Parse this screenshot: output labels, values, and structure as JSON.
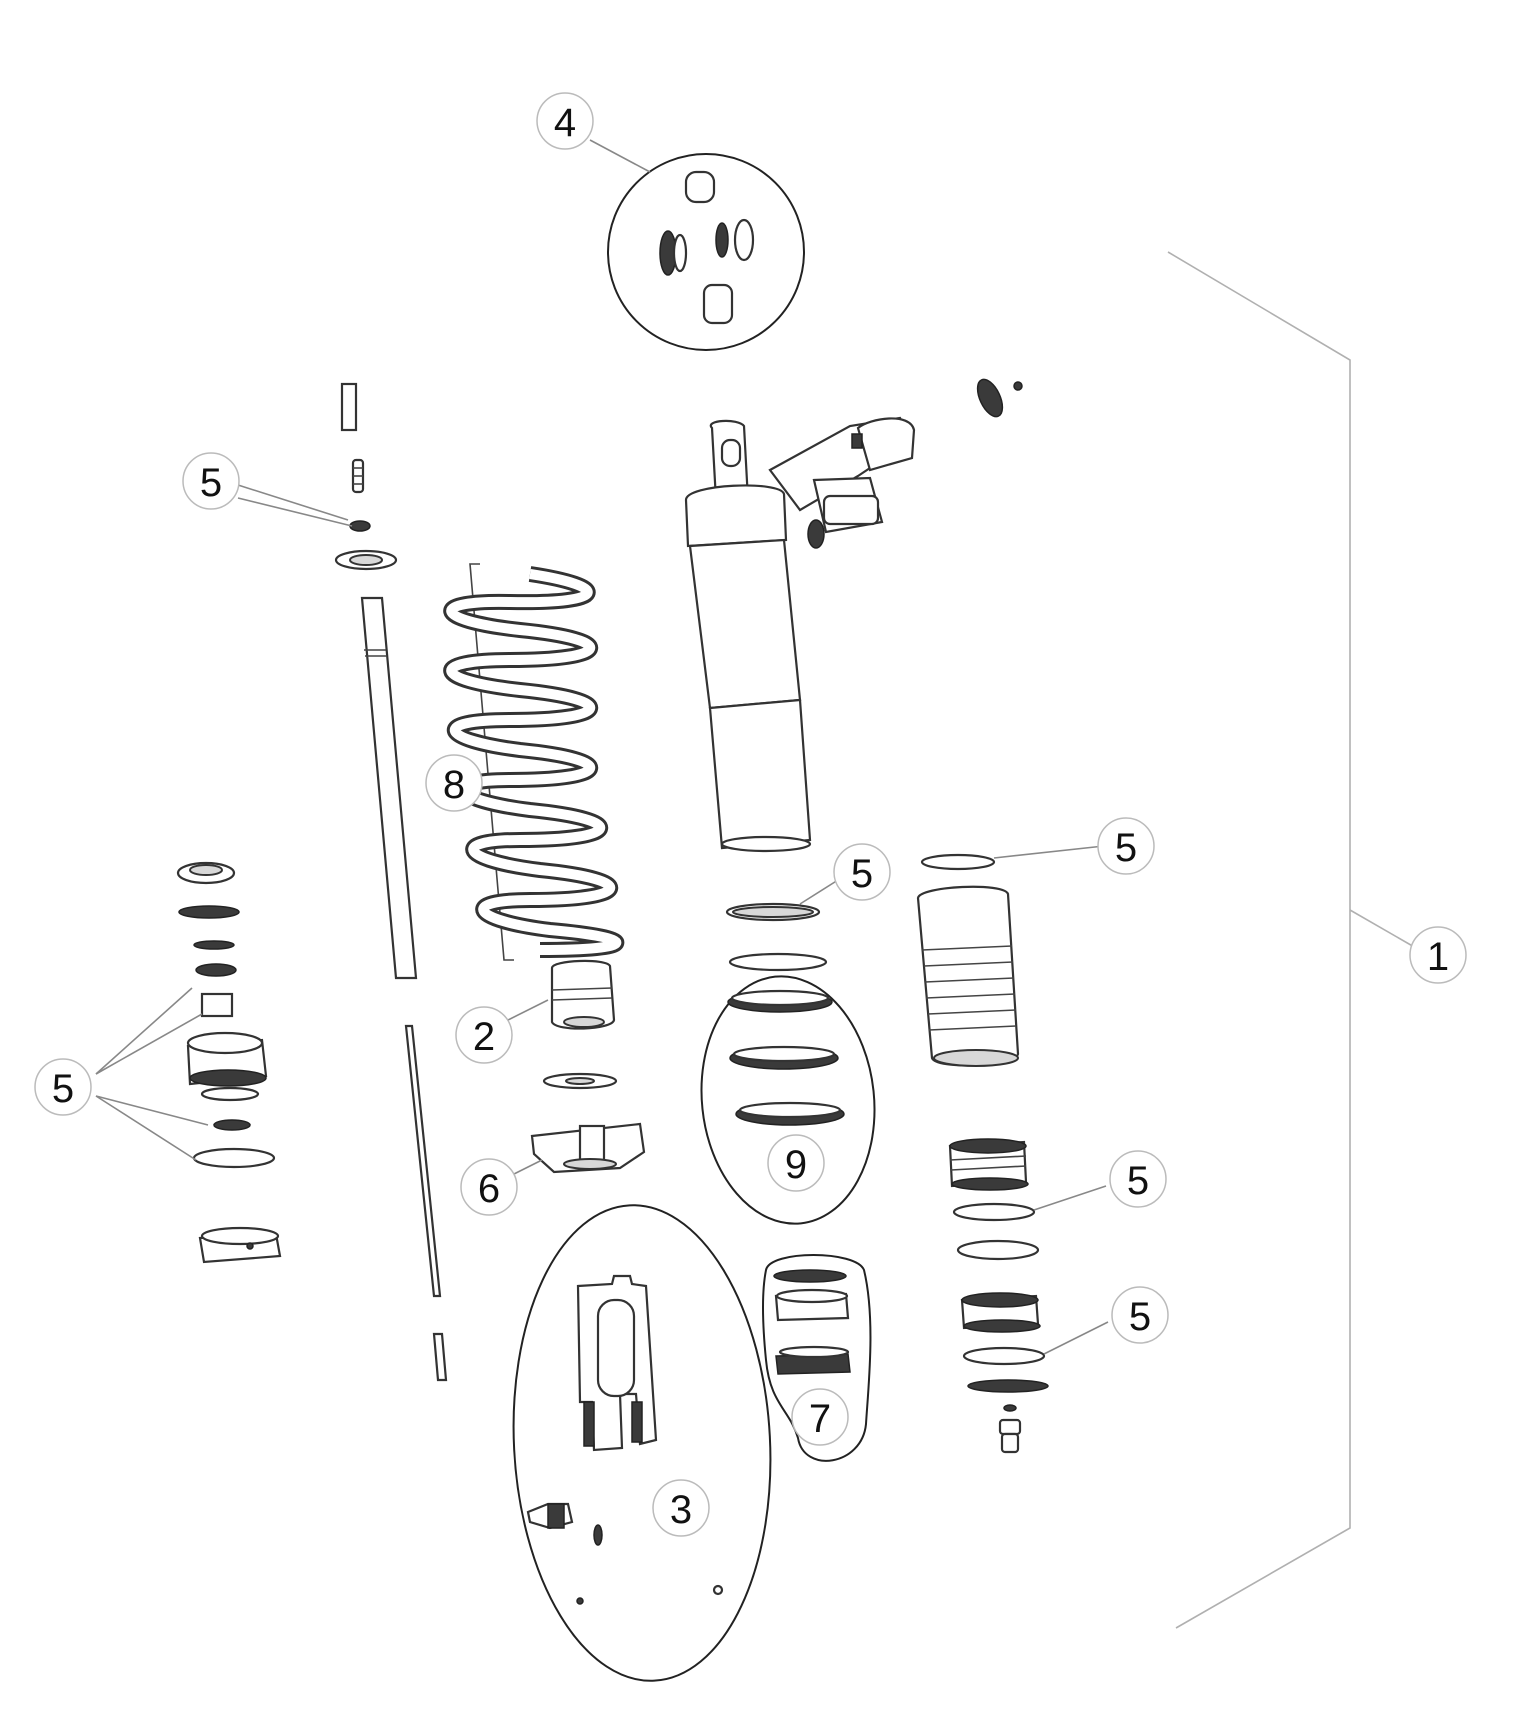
{
  "callouts": [
    {
      "id": "c1",
      "label": "1"
    },
    {
      "id": "c2",
      "label": "2"
    },
    {
      "id": "c3",
      "label": "3"
    },
    {
      "id": "c4",
      "label": "4"
    },
    {
      "id": "c5a",
      "label": "5"
    },
    {
      "id": "c5b",
      "label": "5"
    },
    {
      "id": "c5c",
      "label": "5"
    },
    {
      "id": "c5d",
      "label": "5"
    },
    {
      "id": "c5e",
      "label": "5"
    },
    {
      "id": "c5f",
      "label": "5"
    },
    {
      "id": "c6",
      "label": "6"
    },
    {
      "id": "c7",
      "label": "7"
    },
    {
      "id": "c8",
      "label": "8"
    },
    {
      "id": "c9",
      "label": "9"
    }
  ]
}
